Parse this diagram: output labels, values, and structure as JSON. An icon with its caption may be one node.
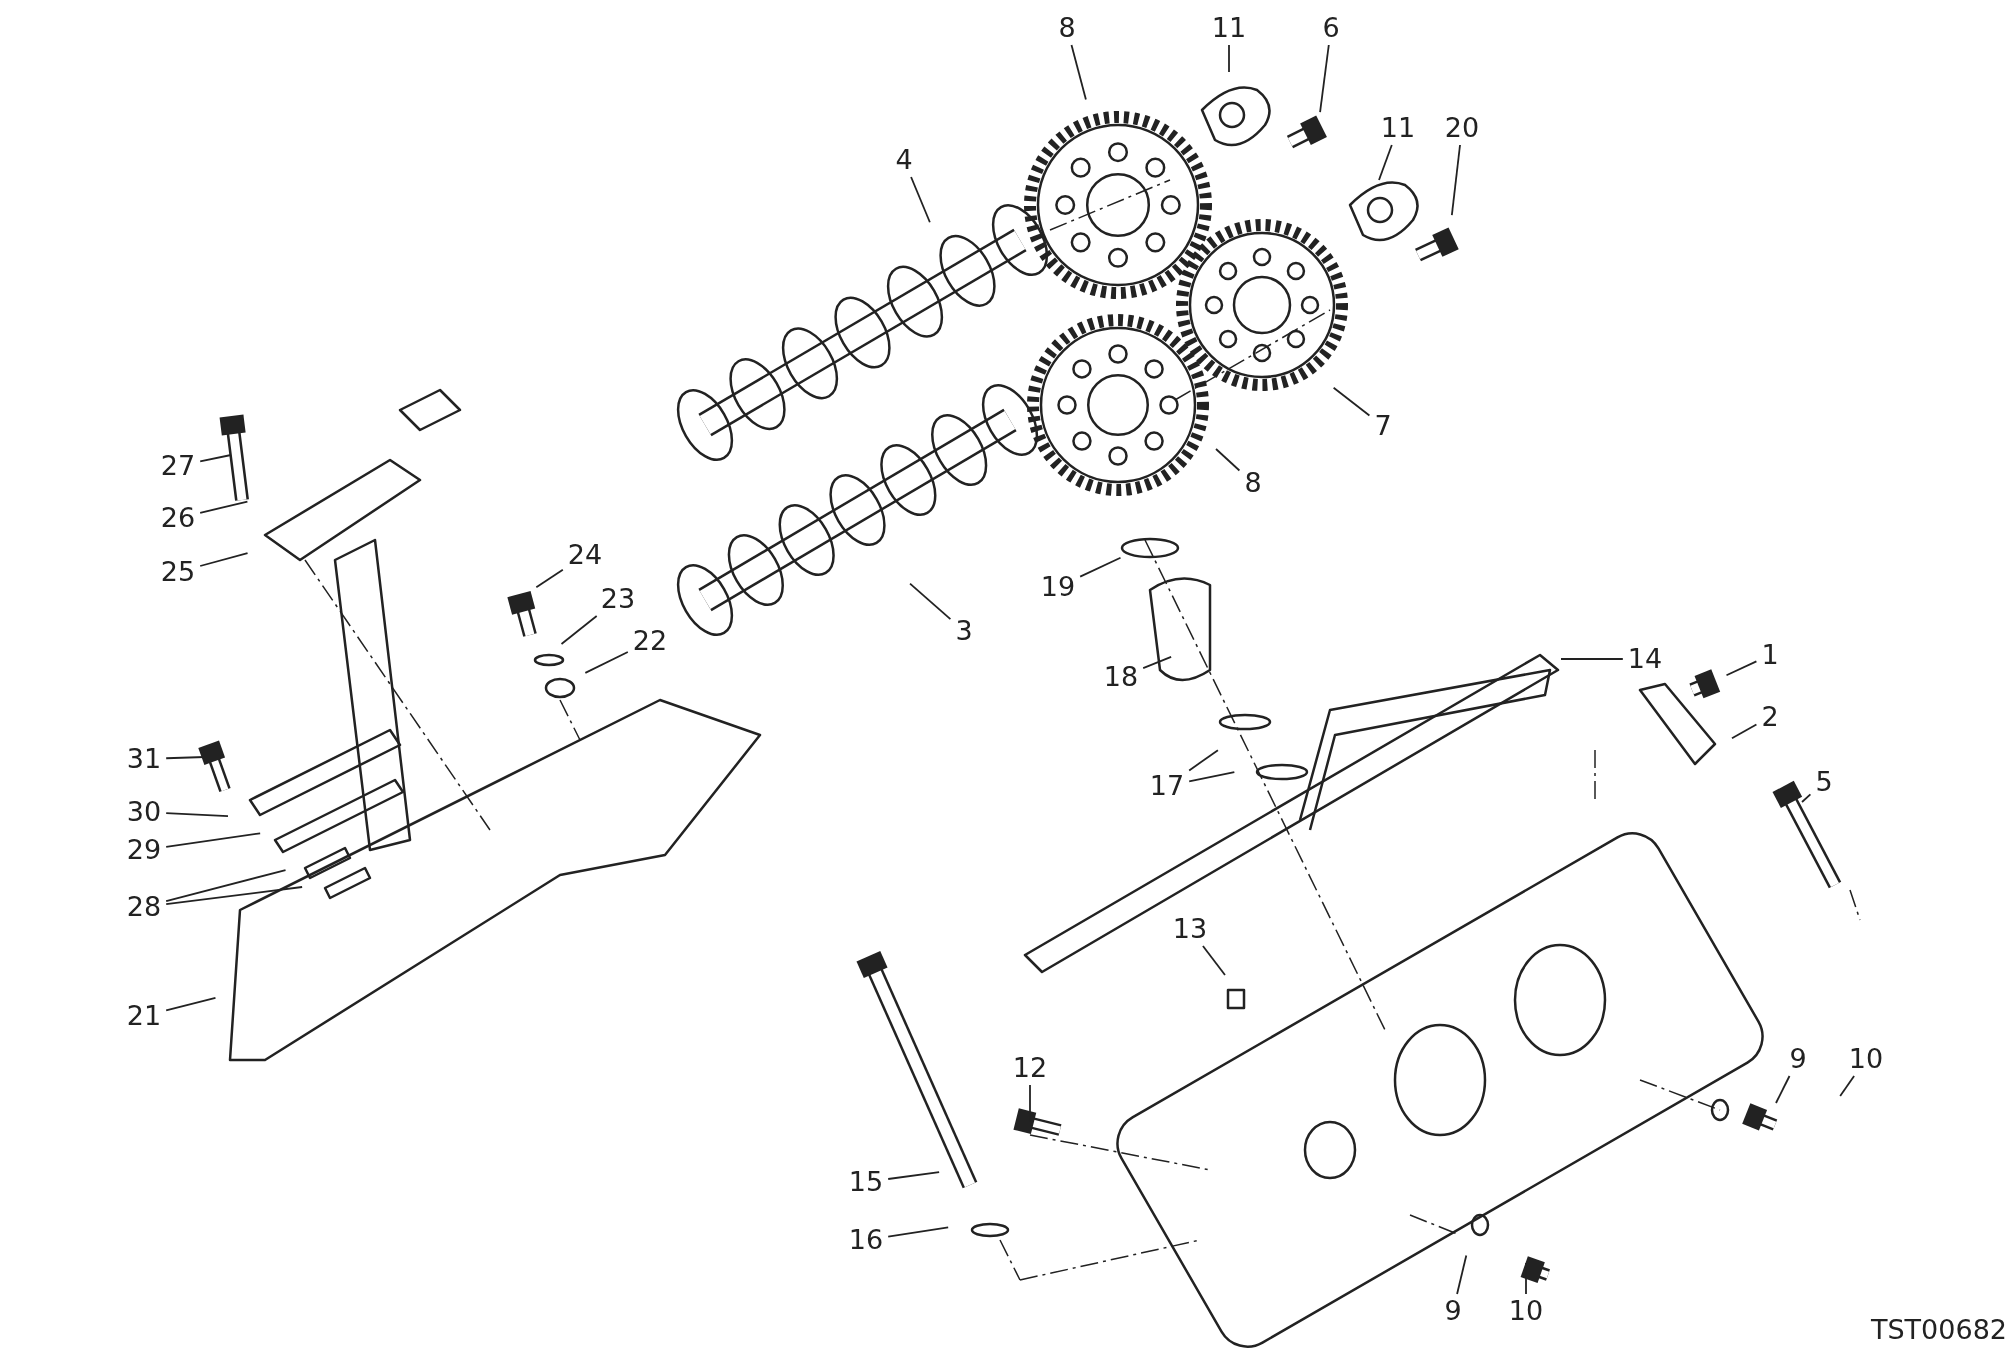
{
  "diagram": {
    "nodes": [
      {
        "text": [
          "8"
        ]
      },
      {
        "text": [
          "11"
        ]
      },
      {
        "text": [
          "6"
        ]
      },
      {
        "text": [
          "11"
        ]
      },
      {
        "text": [
          "20"
        ]
      },
      {
        "text": [
          "4"
        ]
      },
      {
        "text": [
          "7"
        ]
      },
      {
        "text": [
          "8"
        ]
      },
      {
        "text": [
          "27"
        ]
      },
      {
        "text": [
          "26"
        ]
      },
      {
        "text": [
          "25"
        ]
      },
      {
        "text": [
          "24"
        ]
      },
      {
        "text": [
          "23"
        ]
      },
      {
        "text": [
          "22"
        ]
      },
      {
        "text": [
          "19"
        ]
      },
      {
        "text": [
          "3"
        ]
      },
      {
        "text": [
          "18"
        ]
      },
      {
        "text": [
          "14"
        ]
      },
      {
        "text": [
          "1"
        ]
      },
      {
        "text": [
          "2"
        ]
      },
      {
        "text": [
          "5"
        ]
      },
      {
        "text": [
          "17"
        ]
      },
      {
        "text": [
          "31"
        ]
      },
      {
        "text": [
          "30"
        ]
      },
      {
        "text": [
          "29"
        ]
      },
      {
        "text": [
          "28"
        ]
      },
      {
        "text": [
          "21"
        ]
      },
      {
        "text": [
          "13"
        ]
      },
      {
        "text": [
          "12"
        ]
      },
      {
        "text": [
          "15"
        ]
      },
      {
        "text": [
          "16"
        ]
      },
      {
        "text": [
          "9"
        ]
      },
      {
        "text": [
          "10"
        ]
      },
      {
        "text": [
          "9"
        ]
      },
      {
        "text": [
          "10"
        ]
      }
    ],
    "edges": [
      {
        "from": 0,
        "to": null,
        "arrow": "none"
      },
      {
        "from": 1,
        "to": null,
        "arrow": "none"
      },
      {
        "from": 2,
        "to": null,
        "arrow": "none"
      },
      {
        "from": 3,
        "to": null,
        "arrow": "none"
      },
      {
        "from": 4,
        "to": null,
        "arrow": "none"
      },
      {
        "from": 5,
        "to": null,
        "arrow": "none"
      },
      {
        "from": 6,
        "to": null,
        "arrow": "none"
      },
      {
        "from": 7,
        "to": null,
        "arrow": "none"
      },
      {
        "from": 8,
        "to": null,
        "arrow": "none"
      },
      {
        "from": 9,
        "to": null,
        "arrow": "none"
      },
      {
        "from": 10,
        "to": null,
        "arrow": "none"
      },
      {
        "from": 11,
        "to": null,
        "arrow": "none"
      },
      {
        "from": 12,
        "to": null,
        "arrow": "none"
      },
      {
        "from": 13,
        "to": null,
        "arrow": "none"
      },
      {
        "from": 14,
        "to": null,
        "arrow": "none"
      },
      {
        "from": 15,
        "to": null,
        "arrow": "none"
      },
      {
        "from": 16,
        "to": null,
        "arrow": "none"
      },
      {
        "from": 17,
        "to": null,
        "arrow": "none"
      },
      {
        "from": 18,
        "to": null,
        "arrow": "none"
      },
      {
        "from": 19,
        "to": null,
        "arrow": "none"
      },
      {
        "from": 20,
        "to": null,
        "arrow": "none"
      },
      {
        "from": 21,
        "to": null,
        "arrow": "none"
      },
      {
        "from": 21,
        "to": null,
        "arrow": "none"
      },
      {
        "from": 22,
        "to": null,
        "arrow": "none"
      },
      {
        "from": 23,
        "to": null,
        "arrow": "none"
      },
      {
        "from": 24,
        "to": null,
        "arrow": "none"
      },
      {
        "from": 25,
        "to": null,
        "arrow": "none"
      },
      {
        "from": 25,
        "to": null,
        "arrow": "none"
      },
      {
        "from": 26,
        "to": null,
        "arrow": "none"
      },
      {
        "from": 27,
        "to": null,
        "arrow": "none"
      },
      {
        "from": 28,
        "to": null,
        "arrow": "none"
      },
      {
        "from": 29,
        "to": null,
        "arrow": "none"
      },
      {
        "from": 30,
        "to": null,
        "arrow": "none"
      },
      {
        "from": 31,
        "to": null,
        "arrow": "none"
      },
      {
        "from": 32,
        "to": null,
        "arrow": "none"
      },
      {
        "from": 33,
        "to": null,
        "arrow": "none"
      },
      {
        "from": 34,
        "to": null,
        "arrow": "none"
      }
    ],
    "labels": [
      "TST00682"
    ]
  }
}
